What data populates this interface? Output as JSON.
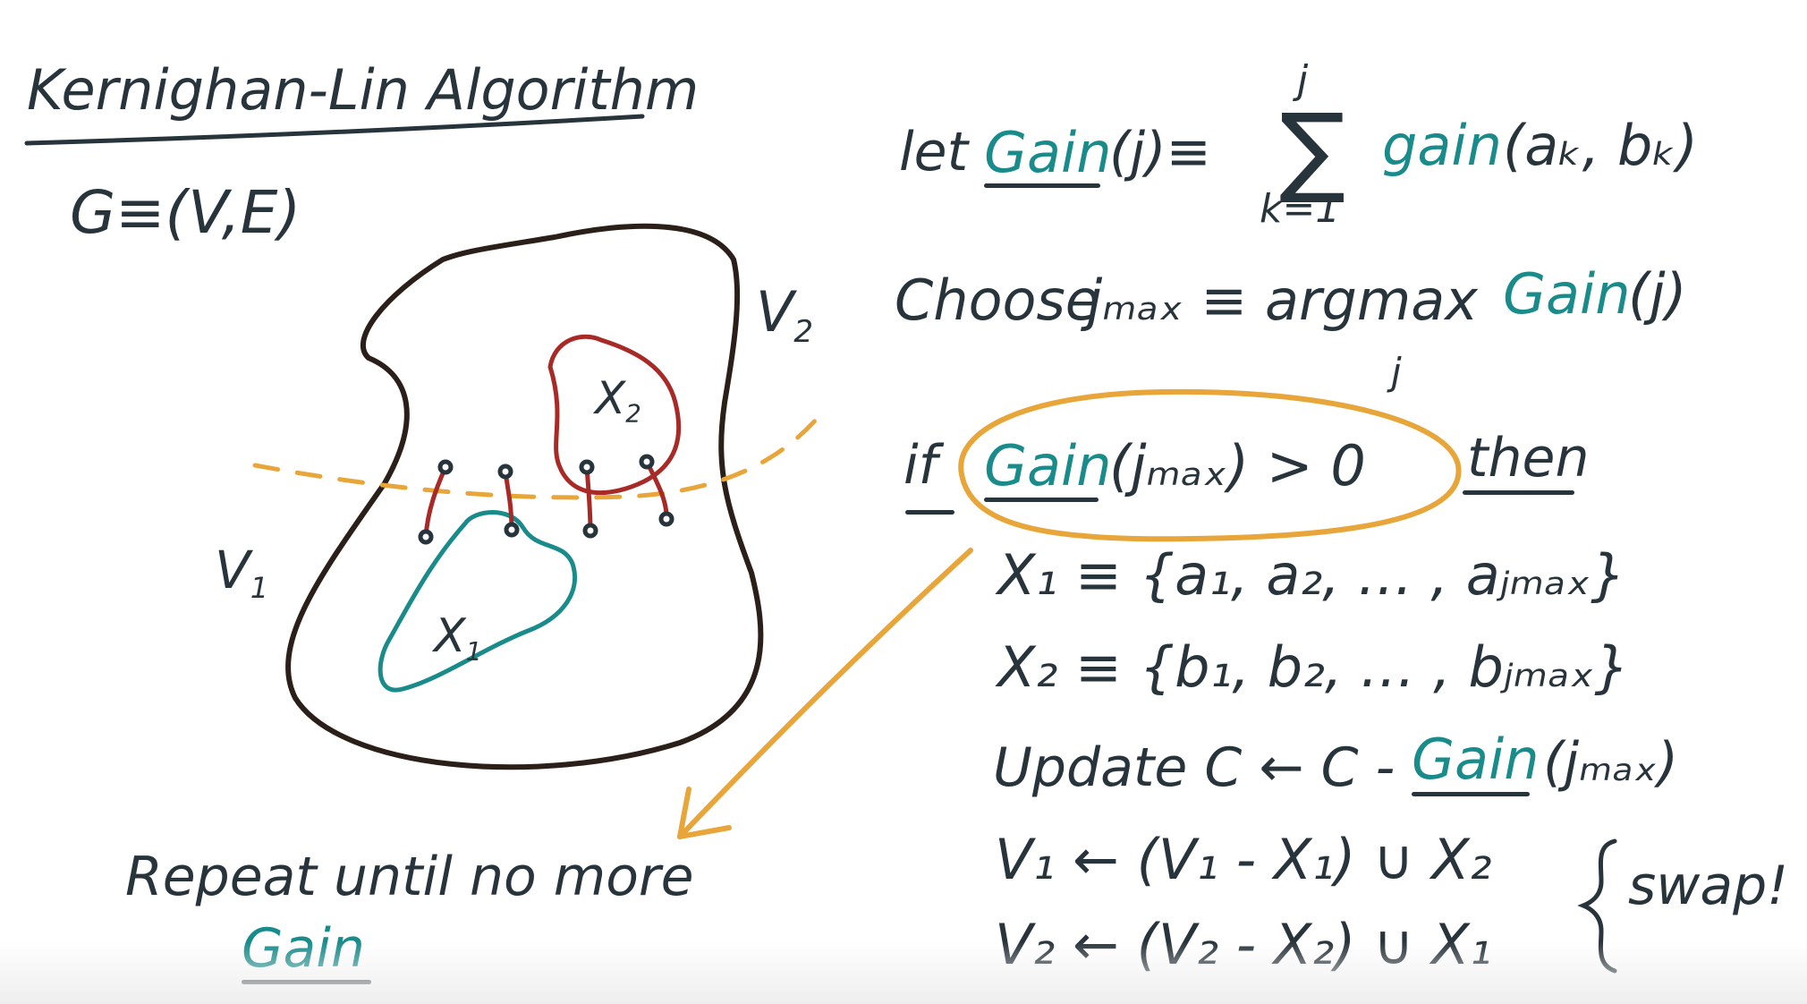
{
  "title": "Kernighan-Lin Algorithm",
  "graph_def": "G≡(V,E)",
  "labels": {
    "v1": "V",
    "v1_sub": "1",
    "v2": "V",
    "v2_sub": "2",
    "x1": "X",
    "x1_sub": "1",
    "x2": "X",
    "x2_sub": "2"
  },
  "repeat_text": "Repeat until no more",
  "repeat_gain": "Gain",
  "let_line": {
    "let": "let",
    "gain_word": "Gain",
    "arg": "(j)≡",
    "sigma": "∑",
    "sigma_top": "j",
    "sigma_bottom": "k=1",
    "rhs_word": "gain",
    "rhs_args": "(aₖ, bₖ)"
  },
  "choose_line": {
    "choose": "Choose",
    "jmax": "jₘₐₓ ≡ argmax",
    "gain_word": "Gain",
    "arg": "(j)",
    "under": "j"
  },
  "if_line": {
    "if": "if",
    "gain_word": "Gain",
    "cond": "(jₘₐₓ) > 0",
    "then": "then"
  },
  "x1_def": "X₁ ≡ {a₁, a₂, … , aⱼₘₐₓ}",
  "x2_def": "X₂ ≡ {b₁, b₂, … , bⱼₘₐₓ}",
  "update_line": {
    "prefix": "Update C ← C -",
    "gain_word": "Gain",
    "suffix": "(jₘₐₓ)"
  },
  "v1_update": "V₁ ← (V₁ - X₁) ∪ X₂",
  "v2_update": "V₂ ← (V₂ - X₂) ∪ X₁",
  "swap_label": "swap!",
  "colors": {
    "ink": "#28343b",
    "teal": "#1a8b8b",
    "orange": "#e8a63a",
    "red": "#a82a26",
    "outline": "#2b1f1a"
  }
}
